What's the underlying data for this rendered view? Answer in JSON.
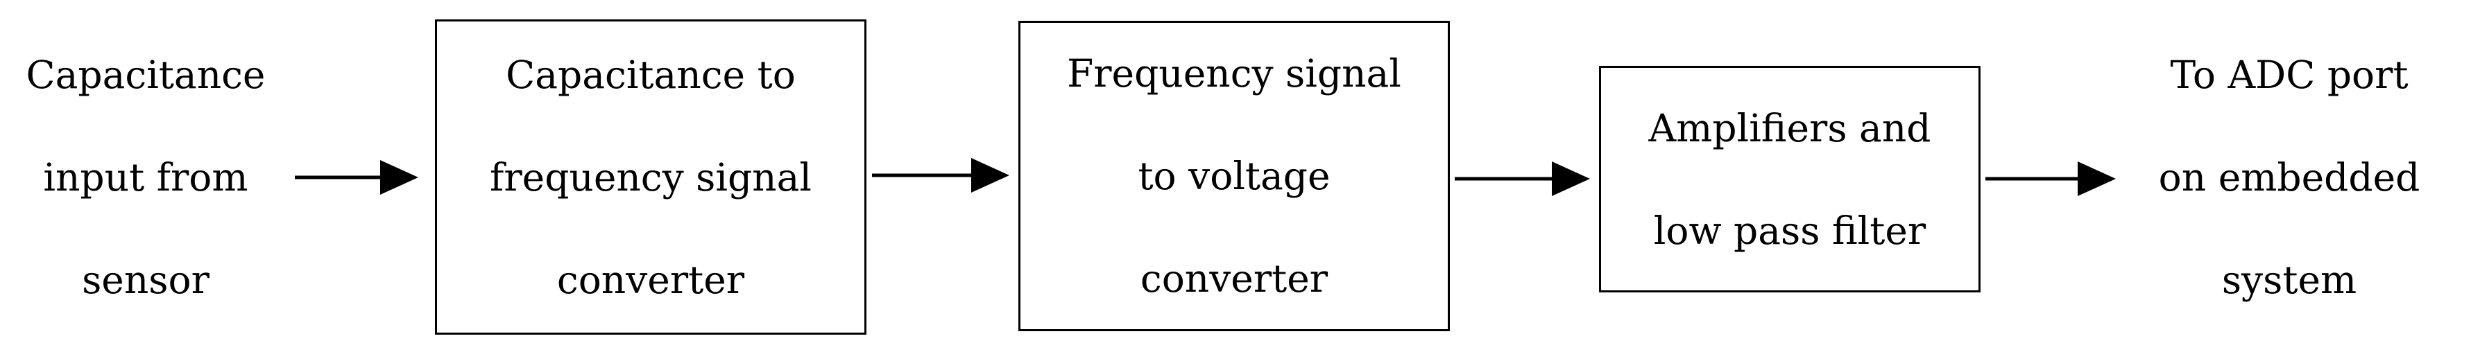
{
  "input_label": [
    "Capacitance",
    "input from",
    "sensor"
  ],
  "blocks": [
    [
      "Capacitance to",
      "frequency signal",
      "converter"
    ],
    [
      "Frequency signal",
      "to voltage",
      "converter"
    ],
    [
      "Amplifiers and",
      "low pass filter"
    ]
  ],
  "output_label": [
    "To ADC port",
    "on embedded",
    "system"
  ],
  "colors": {
    "stroke": "#000000",
    "background": "#ffffff"
  }
}
